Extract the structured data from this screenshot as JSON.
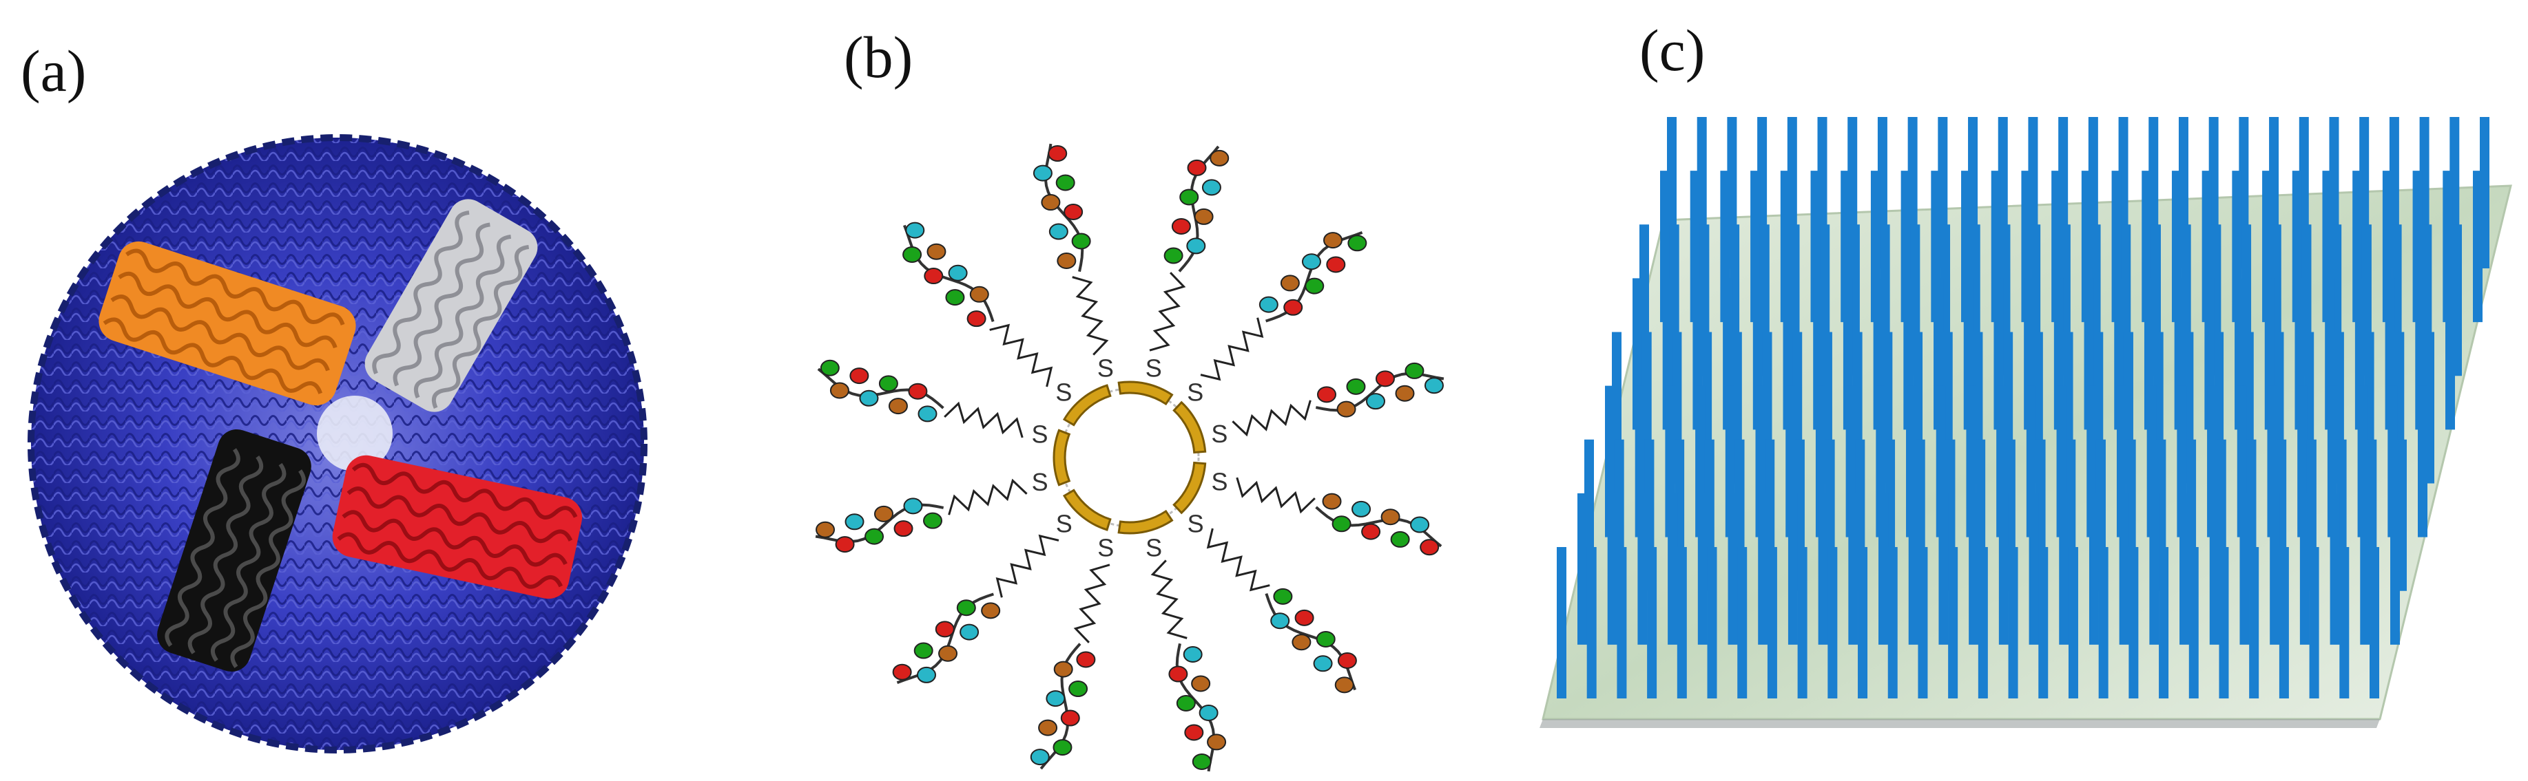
{
  "figure": {
    "panels": [
      {
        "label": "(a)"
      },
      {
        "label": "(b)",
        "thiol_label": "S"
      },
      {
        "label": "(c)"
      }
    ]
  },
  "colors": {
    "protein_blue": "#2e35b8",
    "protein_orange": "#f08a24",
    "protein_gray": "#cfd0d4",
    "protein_red": "#e3202a",
    "protein_black": "#111111",
    "particle_gold": "#d4a017",
    "nucleotide_green": "#1aa31a",
    "nucleotide_cyan": "#29b6c8",
    "nucleotide_red": "#d8201c",
    "nucleotide_brown": "#b5651d",
    "rod_blue": "#1a7fd0",
    "substrate_green": "#cfe0c8"
  }
}
